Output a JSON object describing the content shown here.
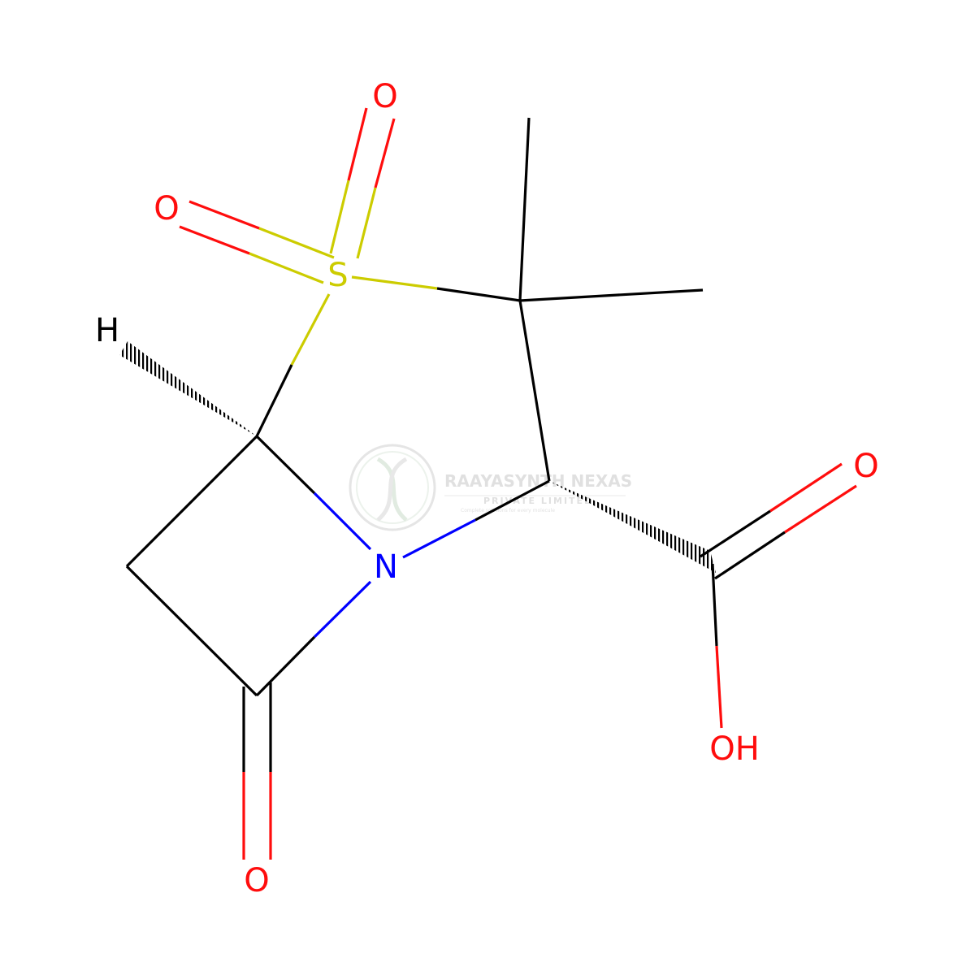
{
  "molecule": {
    "atoms": [
      {
        "id": "o-top",
        "label": "O",
        "element": "O"
      },
      {
        "id": "o-left",
        "label": "O",
        "element": "O"
      },
      {
        "id": "s",
        "label": "S",
        "element": "S"
      },
      {
        "id": "h",
        "label": "H",
        "element": "H"
      },
      {
        "id": "n",
        "label": "N",
        "element": "N"
      },
      {
        "id": "o-carbonyl",
        "label": "O",
        "element": "O"
      },
      {
        "id": "o-acid",
        "label": "O",
        "element": "O"
      },
      {
        "id": "oh",
        "label": "OH",
        "element": "O"
      }
    ],
    "colors": {
      "O": "#ff0d0d",
      "N": "#0000ff",
      "S": "#cccc00",
      "H": "#000000",
      "C": "#000000"
    }
  },
  "watermark": {
    "name": "RAAYASYNTH NEXAS",
    "subtitle": "PRIVATE LIMITED",
    "tagline": "Complete solutions for every molecule",
    "color": "#c8c8c8"
  }
}
